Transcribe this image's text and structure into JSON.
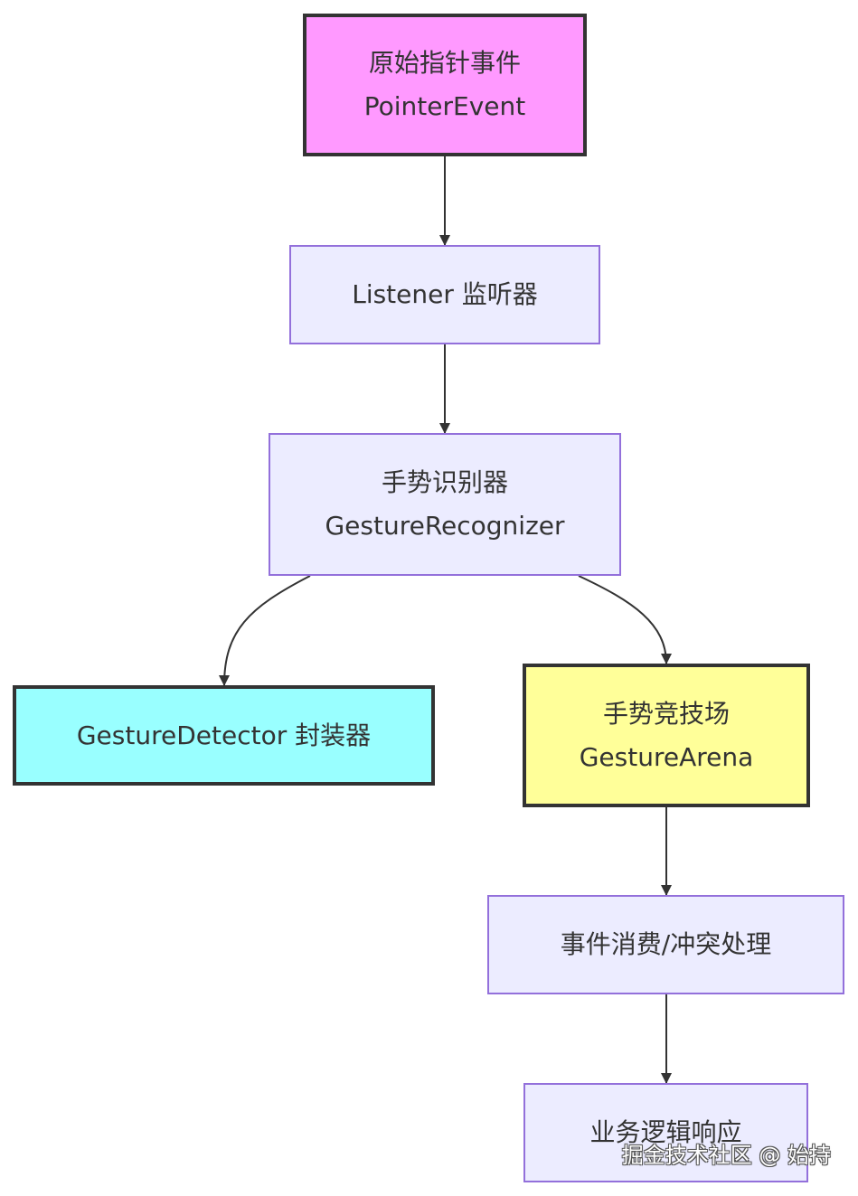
{
  "nodes": {
    "pointer_event": {
      "line1": "原始指针事件",
      "line2": "PointerEvent",
      "fill": "#ff99ff"
    },
    "listener": {
      "line1": "Listener 监听器"
    },
    "gesture_recognizer": {
      "line1": "手势识别器",
      "line2": "GestureRecognizer"
    },
    "gesture_detector": {
      "line1": "GestureDetector 封装器",
      "fill": "#99ffff"
    },
    "gesture_arena": {
      "line1": "手势竞技场",
      "line2": "GestureArena",
      "fill": "#ffff99"
    },
    "event_consumption": {
      "line1": "事件消费/冲突处理"
    },
    "business_logic": {
      "line1": "业务逻辑响应"
    }
  },
  "edges": [
    {
      "from": "pointer_event",
      "to": "listener"
    },
    {
      "from": "listener",
      "to": "gesture_recognizer"
    },
    {
      "from": "gesture_recognizer",
      "to": "gesture_detector"
    },
    {
      "from": "gesture_recognizer",
      "to": "gesture_arena"
    },
    {
      "from": "gesture_arena",
      "to": "event_consumption"
    },
    {
      "from": "event_consumption",
      "to": "business_logic"
    }
  ],
  "colors": {
    "default_fill": "#ececff",
    "default_stroke": "#9370db",
    "edge": "#333333",
    "text": "#333333"
  },
  "watermark": "掘金技术社区 @ 始持"
}
